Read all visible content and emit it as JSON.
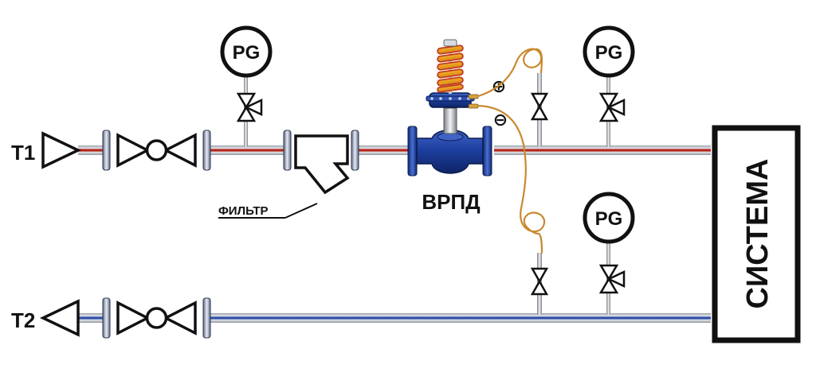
{
  "labels": {
    "supply": "T1",
    "return": "T2",
    "filter": "ФИЛЬТР",
    "regulator": "ВРПД",
    "system": "СИСТЕМА",
    "gauge": "PG",
    "plus": "⊕",
    "minus": "⊖"
  },
  "colors": {
    "supply_pipe": "#c0392b",
    "return_pipe": "#2e4fa8",
    "valve_body": "#1d3f9e",
    "spring": "#e2a21b",
    "impulse_tube": "#c9892e",
    "outline": "#111111"
  }
}
